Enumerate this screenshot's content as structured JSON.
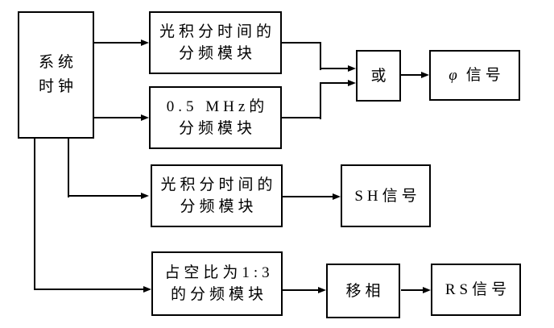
{
  "nodes": {
    "sysclock": {
      "line1": "系统",
      "line2": "时钟"
    },
    "optical_div_top": {
      "line1": "光积分时间的",
      "line2": "分频模块"
    },
    "mhz_div": {
      "line1": "0.5 MHz的",
      "line2": "分频模块"
    },
    "or_gate": {
      "label": "或"
    },
    "phi_signal": {
      "symbol": "φ",
      "label": "信号"
    },
    "optical_div_mid": {
      "line1": "光积分时间的",
      "line2": "分频模块"
    },
    "sh_signal": {
      "label": "SH信号"
    },
    "duty_div": {
      "line1": "占空比为1:3",
      "line2": "的分频模块"
    },
    "phase_shift": {
      "label": "移相"
    },
    "rs_signal": {
      "label": "RS信号"
    }
  },
  "colors": {
    "background": "#ffffff",
    "line": "#000000",
    "text": "#000000"
  }
}
